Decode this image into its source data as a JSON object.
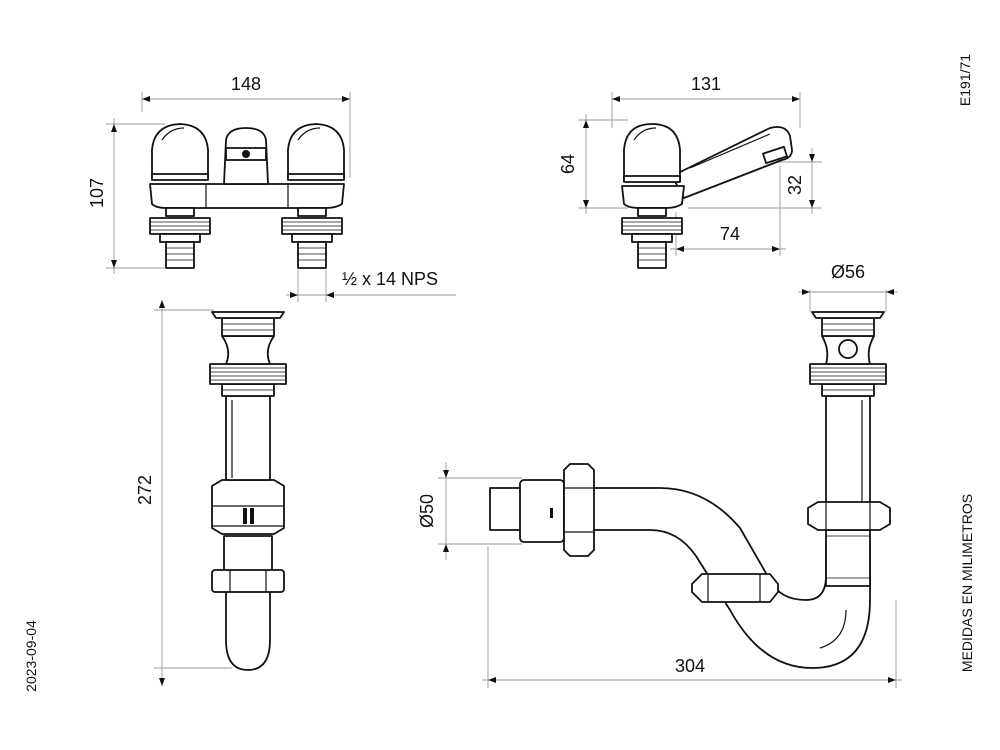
{
  "dimensions": {
    "faucet_width": "148",
    "faucet_height": "107",
    "thread": "½ x 14 NPS",
    "side_width": "131",
    "side_height": "64",
    "spout_height": "32",
    "spout_reach": "74",
    "drain_diameter": "Ø56",
    "drain_height": "272",
    "trap_diameter": "Ø50",
    "trap_length": "304"
  },
  "labels": {
    "model": "E191/71",
    "units": "MEDIDAS EN MILIMETROS",
    "date": "2023-09-04"
  }
}
